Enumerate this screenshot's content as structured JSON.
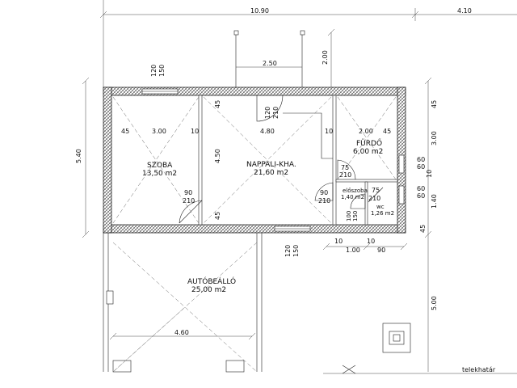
{
  "rooms": {
    "szoba": {
      "name": "SZOBA",
      "area": "13,50 m2"
    },
    "nappali": {
      "name": "NAPPALI-KHA.",
      "area": "21,60 m2"
    },
    "furdo": {
      "name": "FÜRDŐ",
      "area": "6,00 m2"
    },
    "eloszoba": {
      "name": "előszoba",
      "area": "1,40 m2"
    },
    "wc": {
      "name": "wc",
      "area": "1,26 m2"
    },
    "autobeallo": {
      "name": "AUTÓBEÁLLÓ",
      "area": "25,00 m2"
    }
  },
  "dims": {
    "total_width": "10.90",
    "right_width": "4.10",
    "terrace_width": "2.50",
    "terrace_depth": "2.00",
    "depth_main": "5.40",
    "depth_carport": "5.00",
    "szoba_w": "3.00",
    "nappali_w": "4.80",
    "furdo_w": "2.00",
    "carport_w": "4.60",
    "eloszoba_w": "1.00",
    "wc_w": "90",
    "right_300": "3.00",
    "right_140": "1.40",
    "wall_45a": "45",
    "wall_45b": "45",
    "wall_45c": "45",
    "wall_45d": "45",
    "wall_45e": "45",
    "wall_45f": "45",
    "wall_10a": "10",
    "wall_10b": "10",
    "wall_10c": "10",
    "wall_10d": "10",
    "wall_10e": "10",
    "depth_450": "4.50",
    "win_top_a": "120",
    "win_top_b": "150",
    "win_bot_a": "120",
    "win_bot_b": "150",
    "door_top_a": "120",
    "door_top_b": "210",
    "door_szoba_a": "90",
    "door_szoba_b": "210",
    "door_furdo_a": "75",
    "door_furdo_b": "210",
    "door_elo_a": "90",
    "door_elo_b": "210",
    "door_wc_a": "75",
    "door_wc_b": "210",
    "door_wc2_a": "100",
    "door_wc2_b": "150",
    "win_r1_a": "60",
    "win_r1_b": "60",
    "win_r2_a": "60",
    "win_r2_b": "60",
    "win_r_10": "10"
  },
  "labels": {
    "boundary": "telekhatár"
  }
}
